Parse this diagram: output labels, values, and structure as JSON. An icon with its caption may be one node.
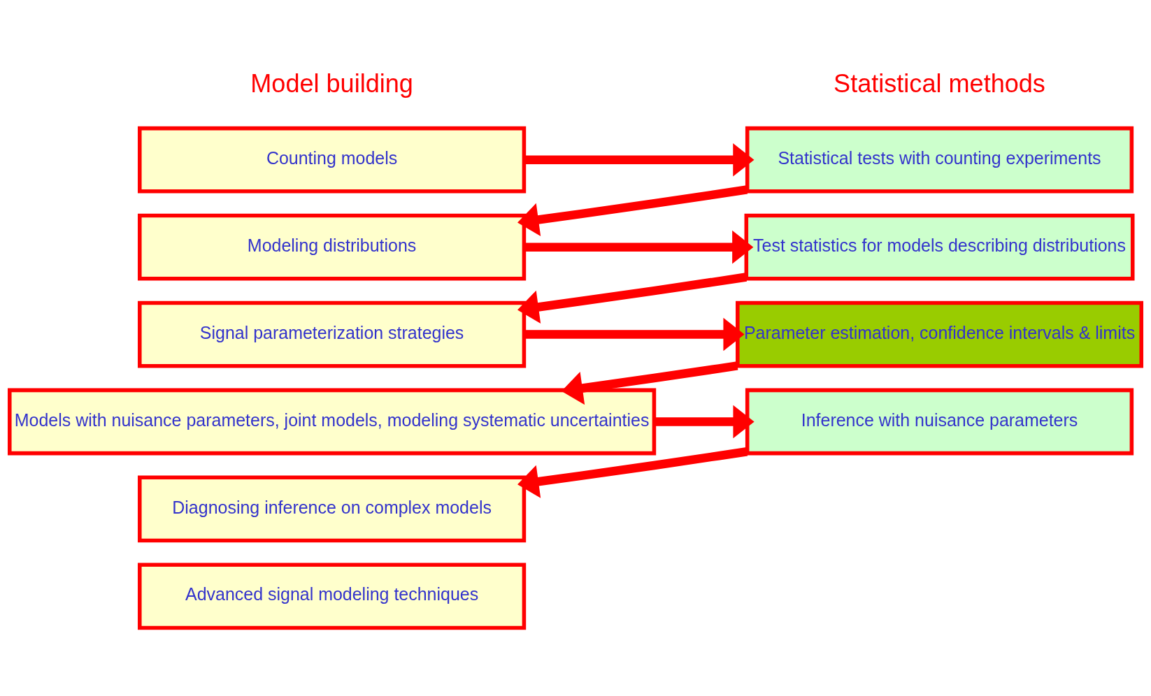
{
  "diagram": {
    "nodes": [
      {
        "text": [
          "Counting models"
        ]
      },
      {
        "text": [
          "Modeling distributions"
        ]
      },
      {
        "text": [
          "Signal parameterization strategies"
        ]
      },
      {
        "text": [
          "Models with nuisance parameters, joint models, modeling systematic uncertainties"
        ]
      },
      {
        "text": [
          "Diagnosing inference on complex models"
        ]
      },
      {
        "text": [
          "Advanced signal modeling techniques"
        ]
      },
      {
        "text": [
          "Statistical tests with counting experiments"
        ]
      },
      {
        "text": [
          "Test statistics for models describing distributions"
        ]
      },
      {
        "text": [
          "Parameter estimation, confidence intervals & limits"
        ]
      },
      {
        "text": [
          "Inference with nuisance parameters"
        ]
      }
    ],
    "edges": [
      {
        "from": 0,
        "to": 6,
        "arrow": "to"
      },
      {
        "from": 6,
        "to": 1,
        "arrow": "to"
      },
      {
        "from": 1,
        "to": 7,
        "arrow": "to"
      },
      {
        "from": 7,
        "to": 2,
        "arrow": "to"
      },
      {
        "from": 2,
        "to": 8,
        "arrow": "to"
      },
      {
        "from": 8,
        "to": 3,
        "arrow": "to"
      },
      {
        "from": 3,
        "to": 9,
        "arrow": "to"
      },
      {
        "from": 9,
        "to": 4,
        "arrow": "to"
      }
    ],
    "labels": [
      "Model building",
      "Statistical methods"
    ]
  }
}
